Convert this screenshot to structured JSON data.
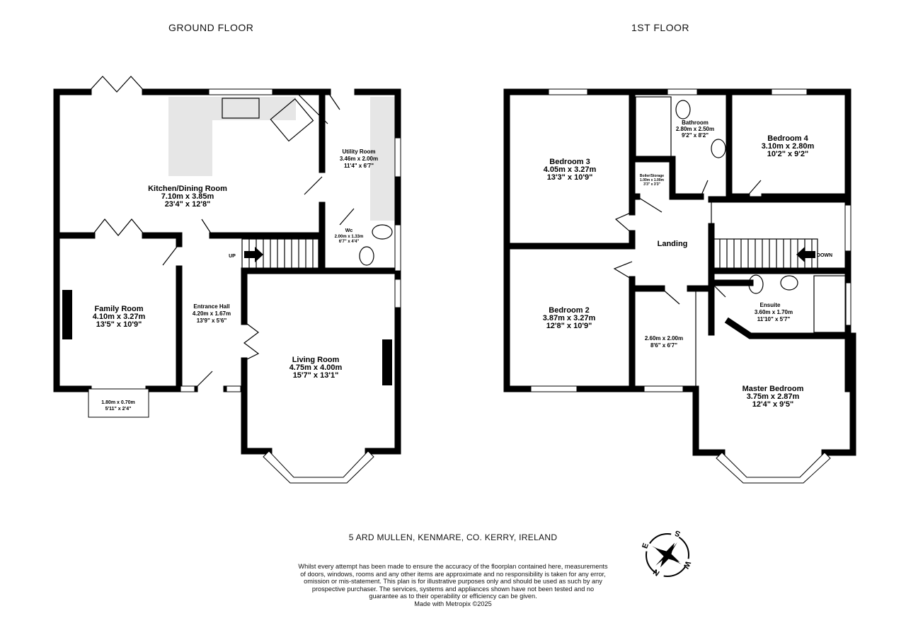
{
  "titles": {
    "ground": "GROUND FLOOR",
    "first": "1ST FLOOR"
  },
  "ground_floor": {
    "kitchen": {
      "name": "Kitchen/Dining Room",
      "metric": "7.10m  x 3.85m",
      "imperial": "23'4\"  x 12'8\""
    },
    "utility": {
      "name": "Utility Room",
      "metric": "3.46m  x 2.00m",
      "imperial": "11'4\"  x 6'7\""
    },
    "wc": {
      "name": "Wc",
      "metric": "2.00m  x 1.33m",
      "imperial": "6'7\"  x 4'4\""
    },
    "family": {
      "name": "Family Room",
      "metric": "4.10m  x 3.27m",
      "imperial": "13'5\"  x 10'9\""
    },
    "bay": {
      "metric": "1.80m  x 0.70m",
      "imperial": "5'11\"  x 2'4\""
    },
    "hall": {
      "name": "Entrance Hall",
      "metric": "4.20m  x 1.67m",
      "imperial": "13'9\"  x 5'6\""
    },
    "living": {
      "name": "Living Room",
      "metric": "4.75m  x 4.00m",
      "imperial": "15'7\"  x 13'1\""
    },
    "stairs_label": "UP"
  },
  "first_floor": {
    "bed3": {
      "name": "Bedroom 3",
      "metric": "4.05m  x 3.27m",
      "imperial": "13'3\"  x 10'9\""
    },
    "bath": {
      "name": "Bathroom",
      "metric": "2.80m  x 2.50m",
      "imperial": "9'2\"  x 8'2\""
    },
    "bed4": {
      "name": "Bedroom 4",
      "metric": "3.10m  x 2.80m",
      "imperial": "10'2\"  x 9'2\""
    },
    "boiler": {
      "name": "Boiler/Storage",
      "metric": "1.00m  x 1.00m",
      "imperial": "3'3\"  x 3'3\""
    },
    "landing": {
      "name": "Landing"
    },
    "ensuite": {
      "name": "Ensuite",
      "metric": "3.60m  x 1.70m",
      "imperial": "11'10\"  x 5'7\""
    },
    "bed2": {
      "name": "Bedroom 2",
      "metric": "3.87m  x 3.27m",
      "imperial": "12'8\"  x 10'9\""
    },
    "dress": {
      "metric": "2.60m  x 2.00m",
      "imperial": "8'6\"  x 6'7\""
    },
    "master": {
      "name": "Master Bedroom",
      "metric": "3.75m  x 2.87m",
      "imperial": "12'4\"  x 9'5\""
    },
    "stairs_label": "DOWN"
  },
  "address": "5 ARD MULLEN, KENMARE, CO. KERRY, IRELAND",
  "compass": {
    "n": "N",
    "s": "S",
    "e": "E",
    "w": "W"
  },
  "disclaimer": [
    "Whilst every attempt has been made to ensure the accuracy of the floorplan contained here, measurements of doors, windows, rooms and any other items are approximate and no responsibility is taken for any error, omission or mis-statement. This plan is for illustrative purposes only and should be used as such by any prospective purchaser. The services, systems and appliances shown have not been tested and no guarantee as to their operability or efficiency can be given.",
    "Made with Metropix ©2025"
  ]
}
